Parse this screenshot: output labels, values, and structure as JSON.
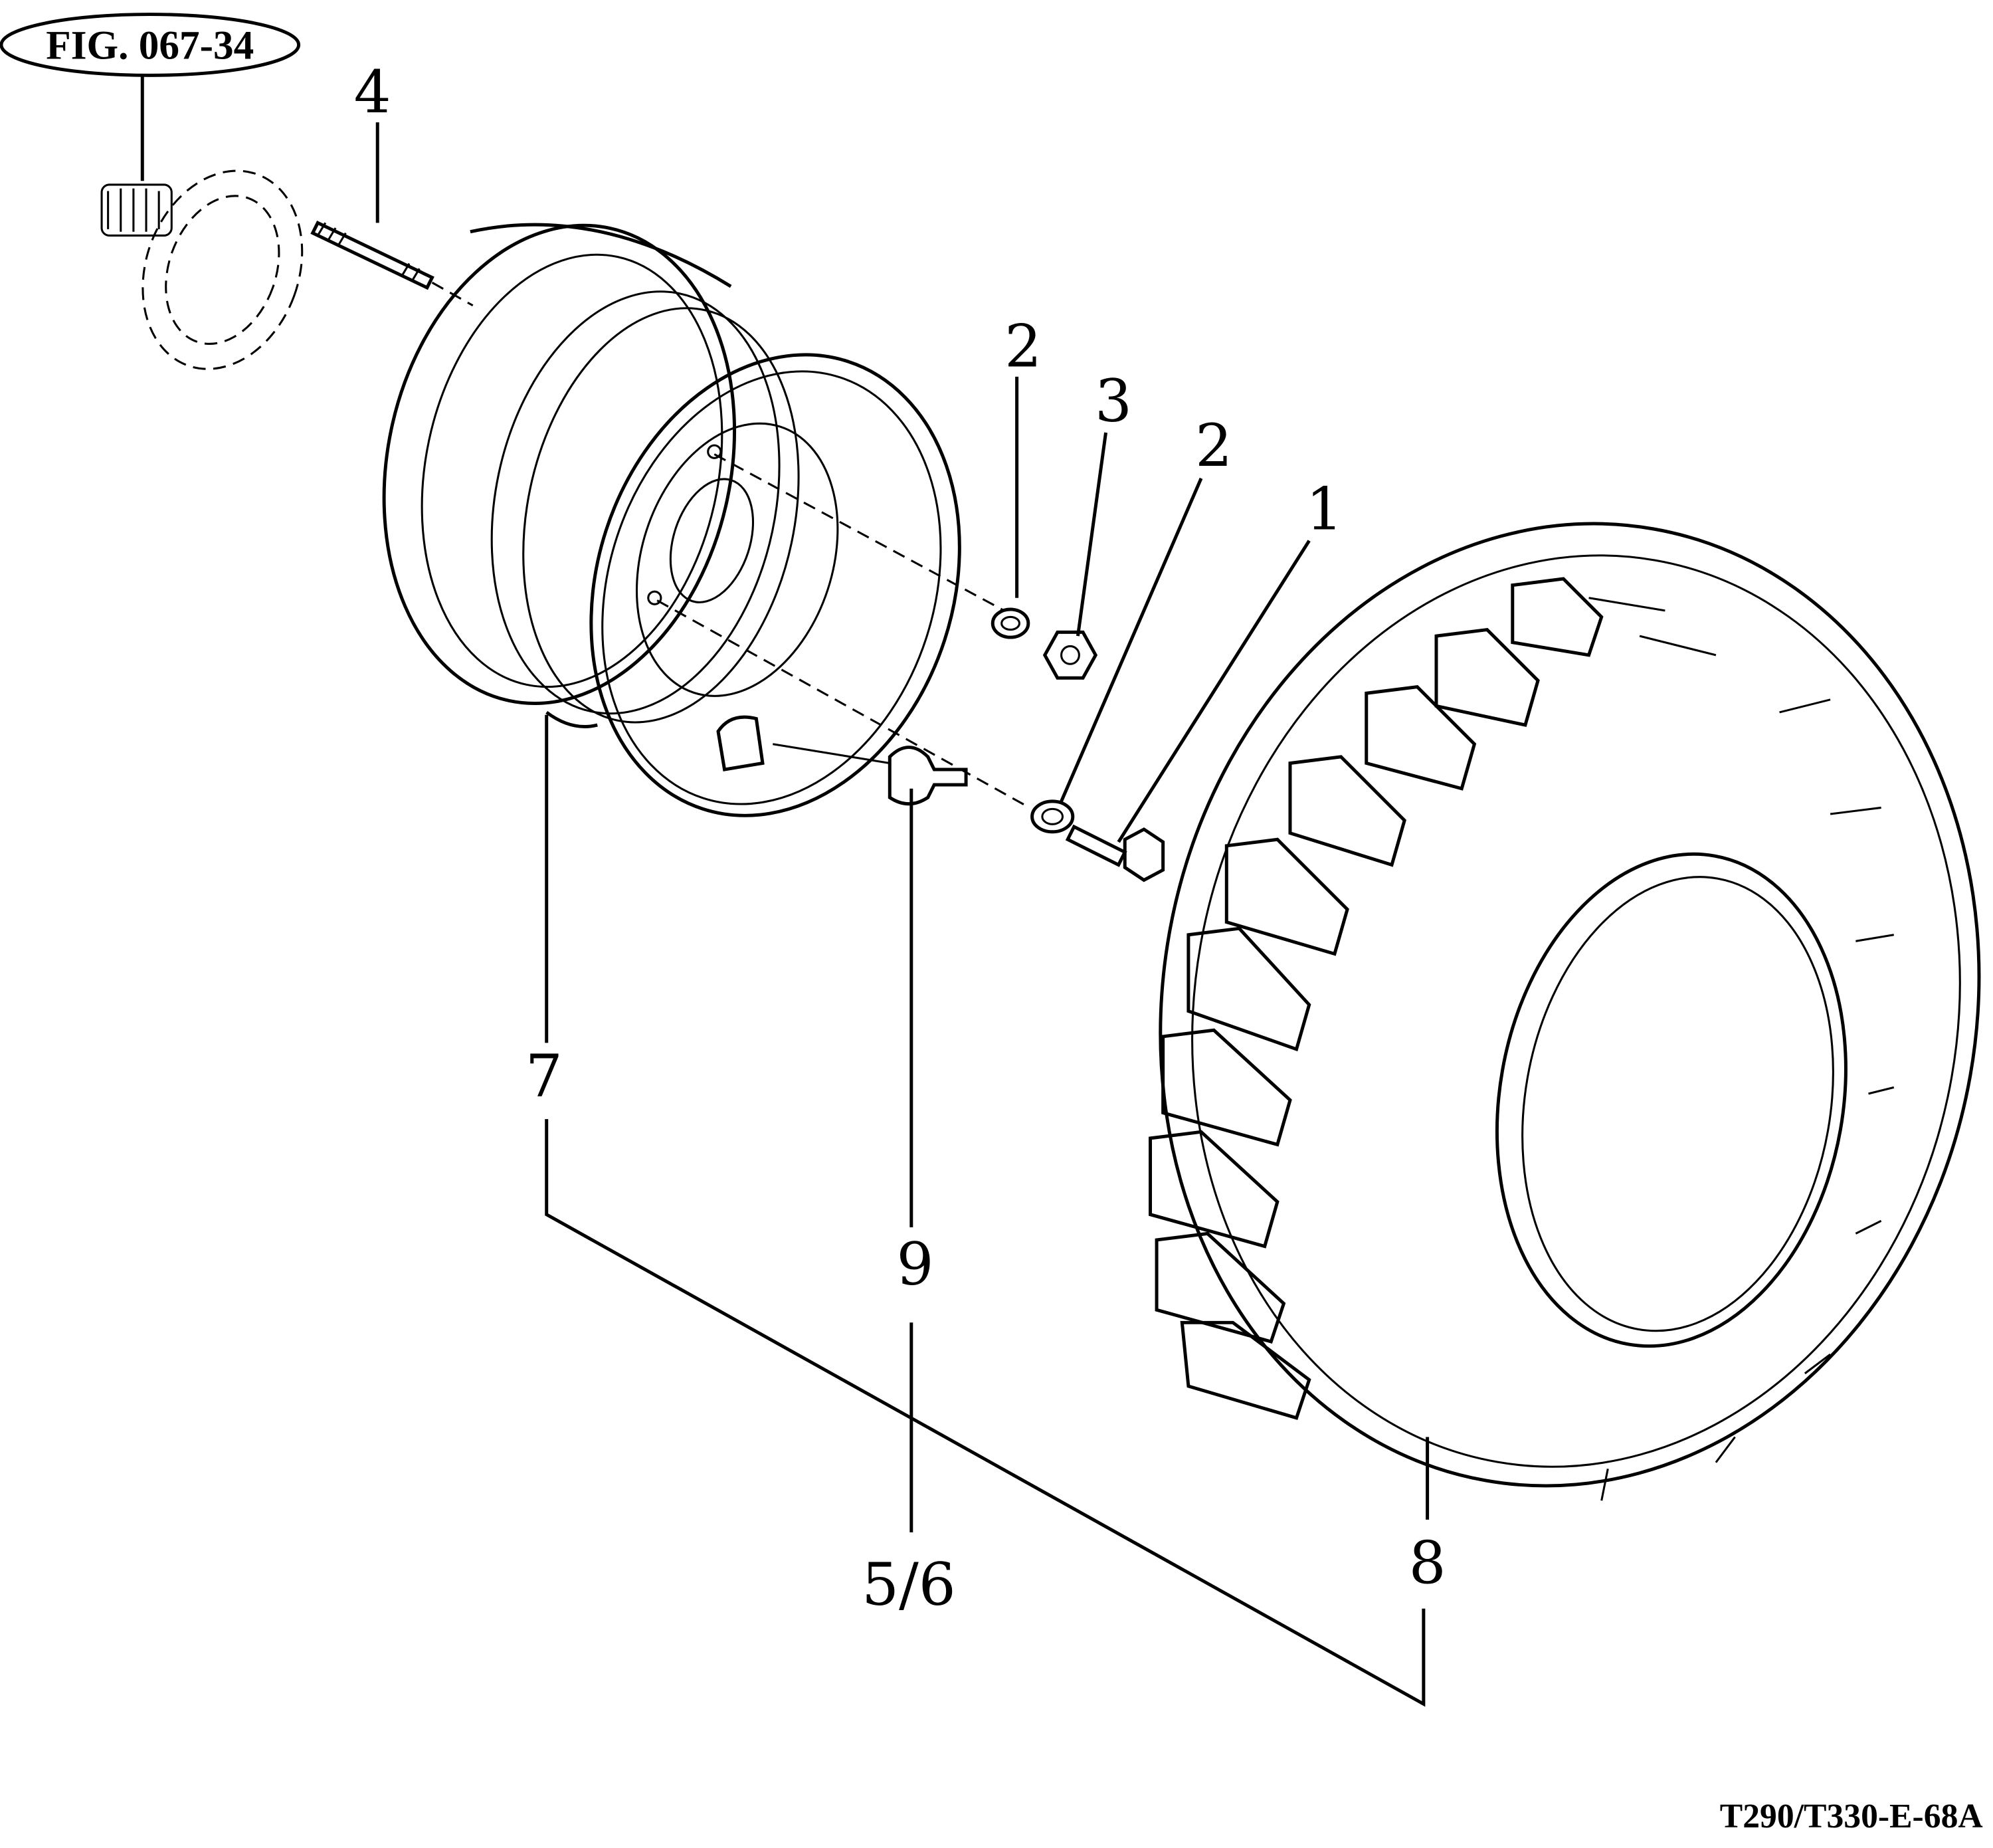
{
  "figure_label": "FIG. 067-34",
  "drawing_code": "T290/T330-E-68A",
  "callouts": {
    "bolt": "1",
    "washer_a": "2",
    "nut": "3",
    "washer_b": "2",
    "stud": "4",
    "valve": "5/6",
    "rim": "7",
    "tire": "8",
    "valve_assembly": "9"
  }
}
